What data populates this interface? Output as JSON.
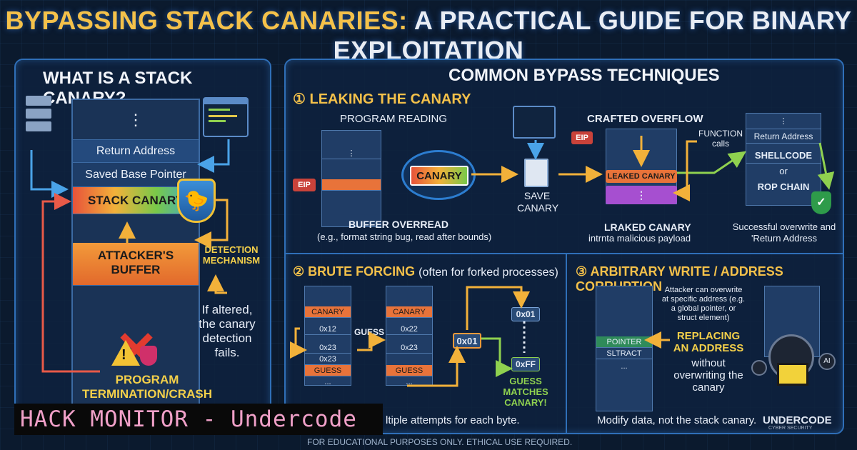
{
  "title": {
    "highlight": "BYPASSING STACK CANARIES:",
    "rest": " A PRACTICAL GUIDE FOR BINARY EXPLOITATION"
  },
  "left": {
    "heading": "WHAT IS A STACK CANARY?",
    "stack": {
      "dots": "⋮",
      "return_address": "Return Address",
      "saved_base_pointer": "Saved Base Pointer",
      "stack_canary": "STACK CANARY",
      "buffer_line1": "ATTACKER'S",
      "buffer_line2": "BUFFER"
    },
    "detection": "DETECTION MECHANISM",
    "altered_note": "If altered, the canary detection fails.",
    "termination_line1": "PROGRAM",
    "termination_line2": "TERMINATION/CRASH"
  },
  "right": {
    "heading": "COMMON BYPASS TECHNIQUES",
    "leak": {
      "heading": "① LEAKING THE CANARY",
      "program_reading": "PROGRAM READING",
      "eip": "EIP",
      "canary": "CANARY",
      "save": "SAVE CANARY",
      "buffer_overread": "BUFFER OVERREAD",
      "overread_note": "(e.g., format string bug, read after bounds)",
      "crafted_overflow": "CRAFTED OVERFLOW",
      "eip2": "EIP",
      "leaked_canary": "LEAKED CANARY",
      "function_calls": "FUNCTION calls",
      "lraked_canary": "LRAKED CANARY",
      "malicious_note": "intrnta malicious payload",
      "return_address": "Return Address",
      "shellcode": "SHELLCODE",
      "or": "or",
      "rop_chain": "ROP CHAIN",
      "success_note": "Successful overwrite and 'Return Address",
      "dots": "⋮"
    },
    "brute": {
      "heading": "② BRUTE FORCING",
      "heading_note": "(often for forked processes)",
      "canary": "CANARY",
      "v_x12": "0x12",
      "v_x23a": "0x23",
      "v_x23b": "0x23",
      "guess": "GUESS",
      "guess_label": "GUESS",
      "v_x22": "0x22",
      "v_x23c": "0x23",
      "x01_left": "0x01",
      "x01_top": "0x01",
      "xff": "0xFF",
      "matches": "GUESS MATCHES CANARY!",
      "multiple": "ltiple attempts for each byte.",
      "dots": "..."
    },
    "arbitrary": {
      "heading": "③ ARBITRARY WRITE / ADDRESS CORRUPTION",
      "note": "Attacker can overwrite at specific address (e.g. a global pointer, or struct element)",
      "pointer": "POINTER",
      "sltract": "SLTRACT",
      "replacing": "REPLACING AN ADDRESS",
      "without": "without overwriting the canary",
      "modify": "Modify data, not the stack canary.",
      "brand": "UNDERCODE",
      "brand_sub": "CYBER SECURITY"
    }
  },
  "watermark": "HACK MONITOR - Undercode",
  "footer": "FOR EDUCATIONAL PURPOSES ONLY. ETHICAL USE REQUIRED.",
  "colors": {
    "accent": "#2f6fb8",
    "canary": "#e86a3a",
    "yellow": "#f4d04a",
    "green": "#8fd14f"
  }
}
